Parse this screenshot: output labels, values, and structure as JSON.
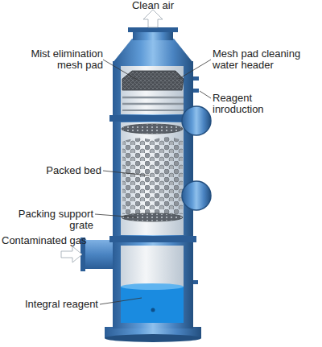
{
  "diagram": {
    "labels": [
      "Clean air",
      "Mist elimination mesh pad",
      "Mesh pad cleaning water header",
      "Reagent inroduction",
      "Packed bed",
      "Packing support grate",
      "Contaminated gas",
      "Integral reagent"
    ]
  }
}
